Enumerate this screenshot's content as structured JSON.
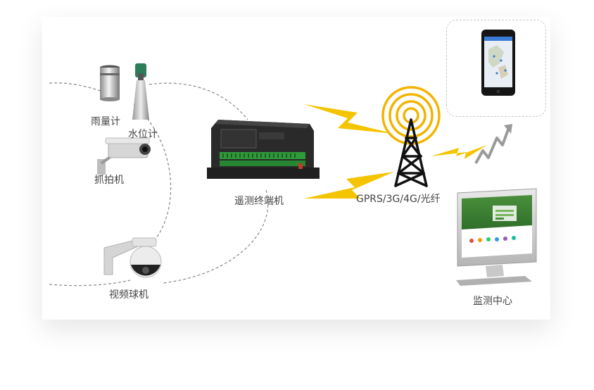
{
  "labels": {
    "rain_gauge": "雨量计",
    "water_level": "水位计",
    "capture_camera": "抓拍机",
    "dome_camera": "视频球机",
    "rtu": "遥测终端机",
    "network": "GPRS/3G/4G/光纤",
    "monitor_center": "监测中心"
  },
  "colors": {
    "lightning": "#f5c400",
    "tower": "#111111",
    "signal_ring": "#f2b400",
    "dashed_line": "#888888",
    "arrow": "#9a9a9a",
    "rtu_body": "#2a2a2a",
    "terminal_block": "#2f9a3a"
  }
}
